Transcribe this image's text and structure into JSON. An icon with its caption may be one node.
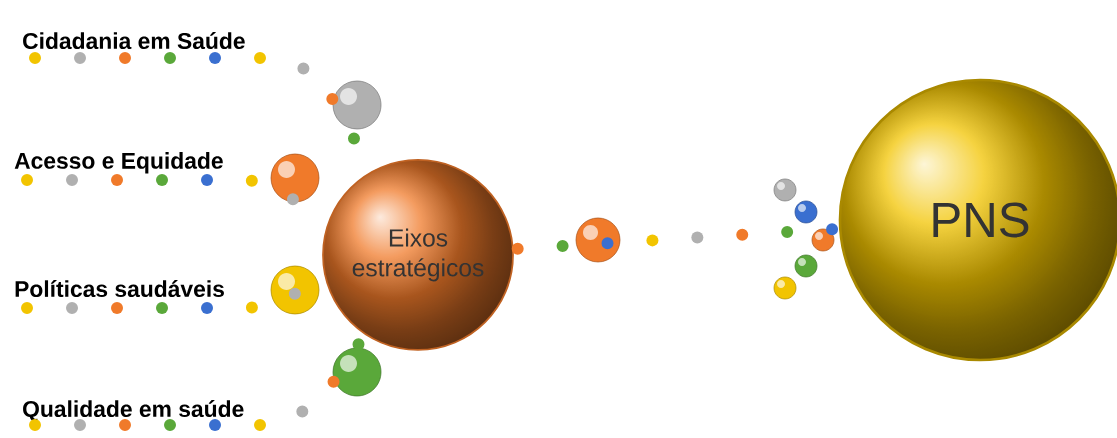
{
  "diagram": {
    "nodes": [
      {
        "text": [
          "Cidadania em Saúde"
        ]
      },
      {
        "text": [
          "Acesso e Equidade"
        ]
      },
      {
        "text": [
          "Políticas saudáveis"
        ]
      },
      {
        "text": [
          "Qualidade em saúde"
        ]
      },
      {
        "text": [
          "Eixos estratégicos"
        ]
      },
      {
        "text": [
          "PNS"
        ]
      }
    ],
    "edges": [
      {
        "from": 0,
        "to": 4,
        "arrow": "none"
      },
      {
        "from": 1,
        "to": 4,
        "arrow": "none"
      },
      {
        "from": 2,
        "to": 4,
        "arrow": "none"
      },
      {
        "from": 3,
        "to": 4,
        "arrow": "none"
      },
      {
        "from": 4,
        "to": 5,
        "arrow": "none"
      }
    ]
  }
}
